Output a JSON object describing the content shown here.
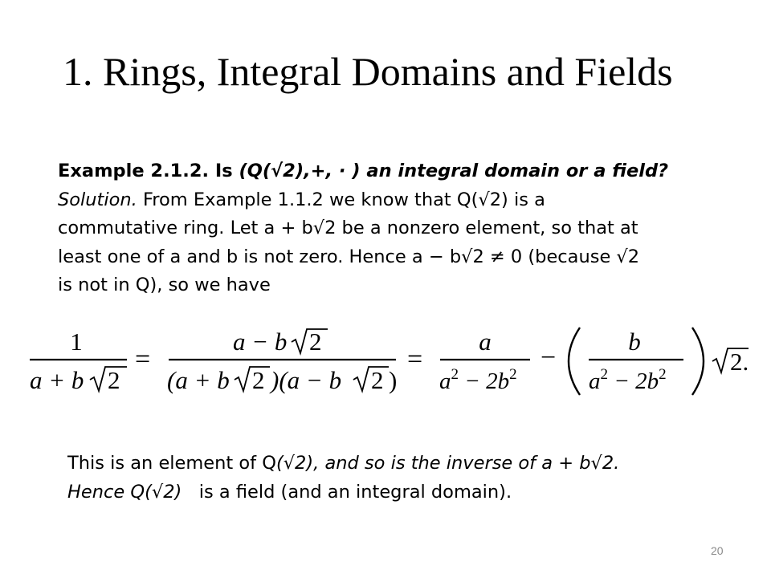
{
  "slide": {
    "title": "1. Rings, Integral Domains and Fields",
    "page_number": "20"
  },
  "example": {
    "label": "Example 2.1.2. Is ",
    "question": "(Q(√2),+, · ) an integral domain or a field?"
  },
  "solution": {
    "label": "Solution.",
    "line1_rest": " From Example 1.1.2 we know that Q(√2) is a",
    "line2": "commutative ring. Let a + b√2 be a nonzero element, so that at",
    "line3": "least one of a and b is not zero. Hence a − b√2 ≠ 0 (because √2",
    "line4": "is not in Q), so we have"
  },
  "equation": {
    "one": "1",
    "a_plus": "a + b",
    "two": "2",
    "equals": "=",
    "num2": "a − b",
    "den2": "(a + b",
    "den2_mid": ")(a − b",
    "close_paren": ")",
    "a": "a",
    "b": "b",
    "den_a": "a",
    "den_mid": " − 2b",
    "sq": "2",
    "minus": "−",
    "trail": "2."
  },
  "conclusion": {
    "line1_a": "This is an element of Q",
    "line1_b": "(√2), and so is the inverse of a + b√2.",
    "line2_a": "Hence Q(√2)",
    "line2_b": "   is a field (and an integral domain)."
  }
}
